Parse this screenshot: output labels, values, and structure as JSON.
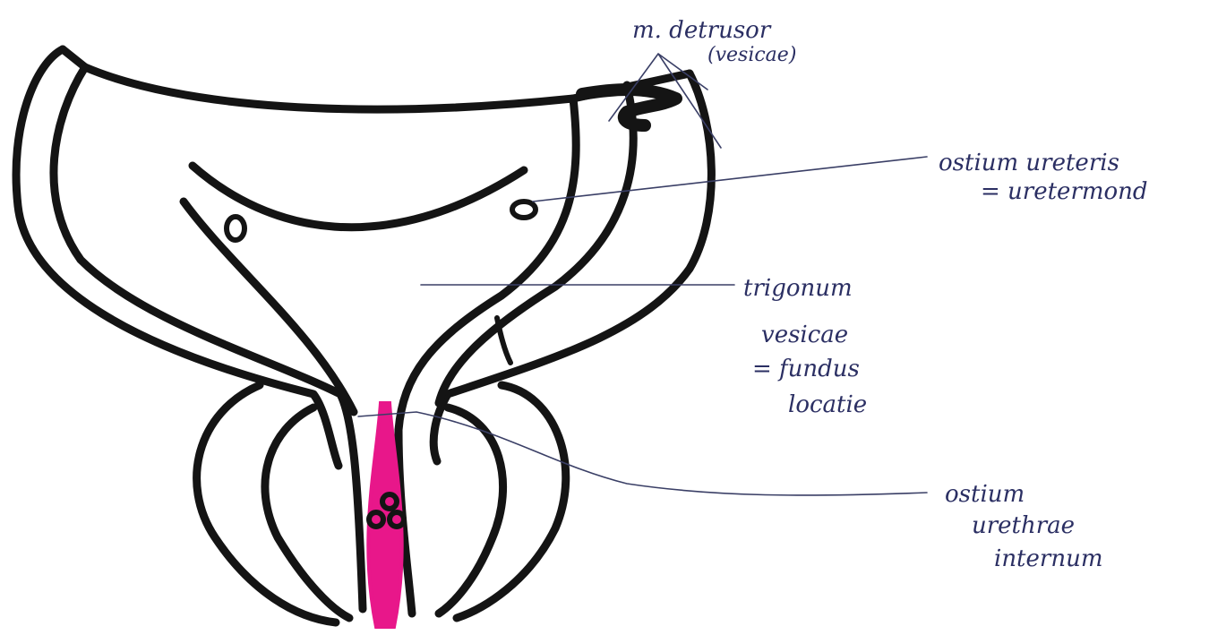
{
  "labels": {
    "detrusor_line1": "m. detrusor",
    "detrusor_line2": "(vesicae)",
    "ostium_ureteris_line1": "ostium ureteris",
    "ostium_ureteris_line2": "= uretermond",
    "trigonum_line1": "trigonum",
    "trigonum_line2": "vesicae",
    "trigonum_line3": "= fundus",
    "trigonum_line4": "locatie",
    "ostium_urethrae_line1": "ostium",
    "ostium_urethrae_line2": "urethrae",
    "ostium_urethrae_line3": "internum"
  },
  "colors": {
    "ink": "#141414",
    "pen": "#2b2f63",
    "prostate_highlight": "#e8178a"
  }
}
